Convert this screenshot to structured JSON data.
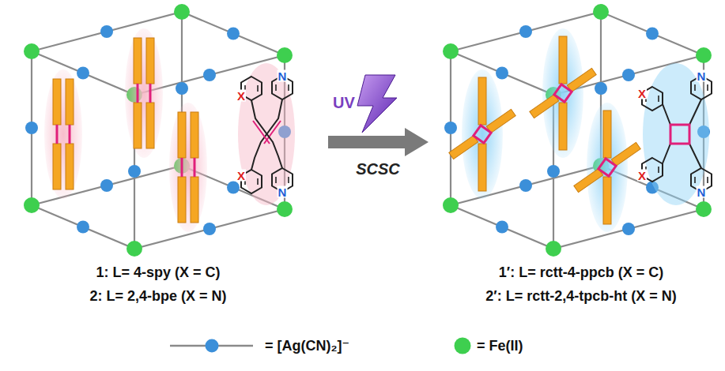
{
  "diagram": {
    "labels": [
      "UV",
      "SCSC",
      "N",
      "X",
      "X",
      "N",
      "N",
      "X",
      "X",
      "N",
      "1: L= 4-spy (X = C)",
      "2: L= 2,4-bpe (X = N)",
      "1′: L= rctt-4-ppcb (X = C)",
      "2′: L= rctt-2,4-tpcb-ht (X = N)"
    ],
    "legend": [
      {
        "text": "= [Ag(CN)₂]⁻",
        "color": "#3b8fd9"
      },
      {
        "text": "= Fe(II)",
        "color": "#3ecf4f"
      }
    ]
  }
}
